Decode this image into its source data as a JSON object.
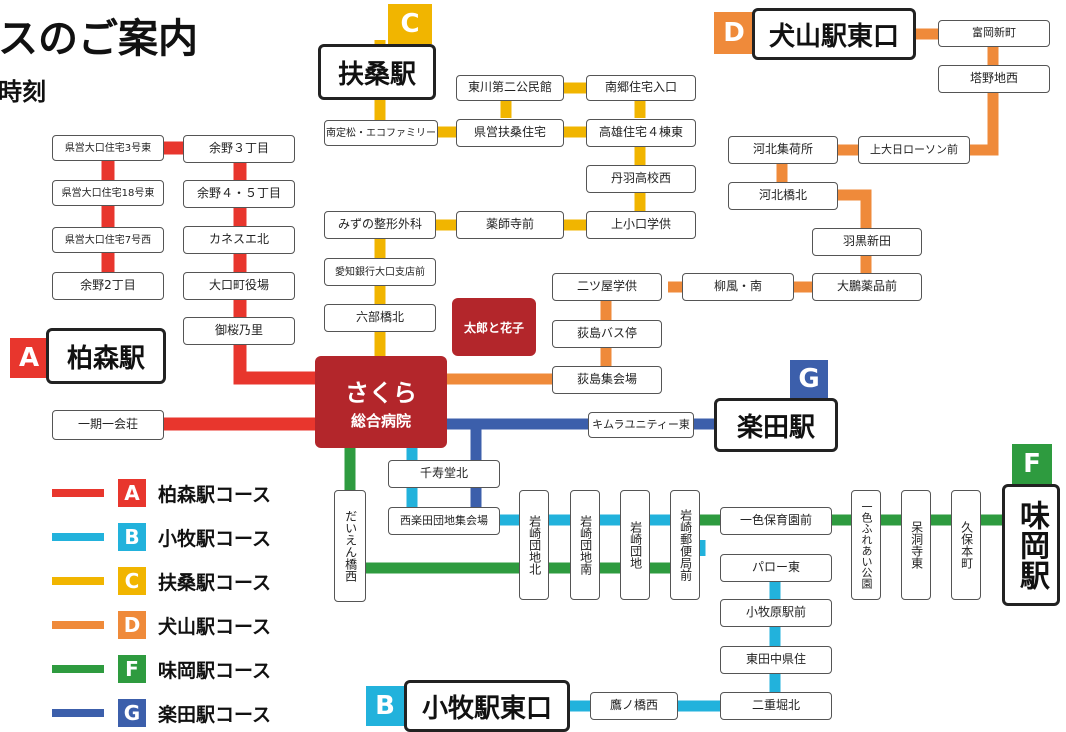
{
  "header": {
    "title": "スのご案内",
    "subtitle": "時刻"
  },
  "colors": {
    "A": "#e8362d",
    "B": "#22b2dc",
    "C": "#f1b500",
    "D": "#ef8a3a",
    "F": "#2e9b3f",
    "G": "#3c5fab",
    "hospital": "#b3262b"
  },
  "stations": {
    "A": {
      "letter": "A",
      "name": "柏森駅"
    },
    "B": {
      "letter": "B",
      "name": "小牧駅東口"
    },
    "C": {
      "letter": "C",
      "name": "扶桑駅"
    },
    "D": {
      "letter": "D",
      "name": "犬山駅東口"
    },
    "F": {
      "letter": "F",
      "name": "味岡駅"
    },
    "G": {
      "letter": "G",
      "name": "楽田駅"
    }
  },
  "hospital": {
    "line1": "さくら",
    "line2": "総合病院"
  },
  "shop": "太郎と花子",
  "stops": {
    "s1": "県営大口住宅3号東",
    "s2": "県営大口住宅18号東",
    "s3": "県営大口住宅7号西",
    "s4": "余野2丁目",
    "s5": "余野３丁目",
    "s6": "余野４・５丁目",
    "s7": "カネスエ北",
    "s8": "大口町役場",
    "s9": "御桜乃里",
    "s10": "一期一会荘",
    "s11": "南定松・エコファミリー",
    "s12": "東川第二公民館",
    "s13": "県営扶桑住宅",
    "s14": "南郷住宅入口",
    "s15": "高雄住宅４棟東",
    "s16": "丹羽高校西",
    "s17": "みずの整形外科",
    "s18": "薬師寺前",
    "s19": "上小口学供",
    "s20": "愛知銀行大口支店前",
    "s21": "六部橋北",
    "s22": "富岡新町",
    "s23": "塔野地西",
    "s24": "河北集荷所",
    "s25": "上大日ローソン前",
    "s26": "河北橋北",
    "s27": "羽黒新田",
    "s28": "二ツ屋学供",
    "s29": "柳風・南",
    "s30": "大鵬薬品前",
    "s31": "荻島バス停",
    "s32": "荻島集会場",
    "s33": "キムラユニティー東",
    "s34": "千寿堂北",
    "s35": "西楽田団地集会場",
    "s36": "だいえん橋西",
    "s37": "岩崎団地北",
    "s38": "岩崎団地南",
    "s39": "岩崎団地",
    "s40": "岩崎郵便局前",
    "s41": "一色保育園前",
    "s42": "パロー東",
    "s43": "小牧原駅前",
    "s44": "東田中県住",
    "s45": "二重堀北",
    "s46": "鷹ノ橋西",
    "s47": "一色ふれあい公園",
    "s48": "呆洞寺東",
    "s49": "久保本町"
  },
  "legend": [
    {
      "letter": "A",
      "label": "柏森駅コース",
      "color": "#e8362d"
    },
    {
      "letter": "B",
      "label": "小牧駅コース",
      "color": "#22b2dc"
    },
    {
      "letter": "C",
      "label": "扶桑駅コース",
      "color": "#f1b500"
    },
    {
      "letter": "D",
      "label": "犬山駅コース",
      "color": "#ef8a3a"
    },
    {
      "letter": "F",
      "label": "味岡駅コース",
      "color": "#2e9b3f"
    },
    {
      "letter": "G",
      "label": "楽田駅コース",
      "color": "#3c5fab"
    }
  ]
}
